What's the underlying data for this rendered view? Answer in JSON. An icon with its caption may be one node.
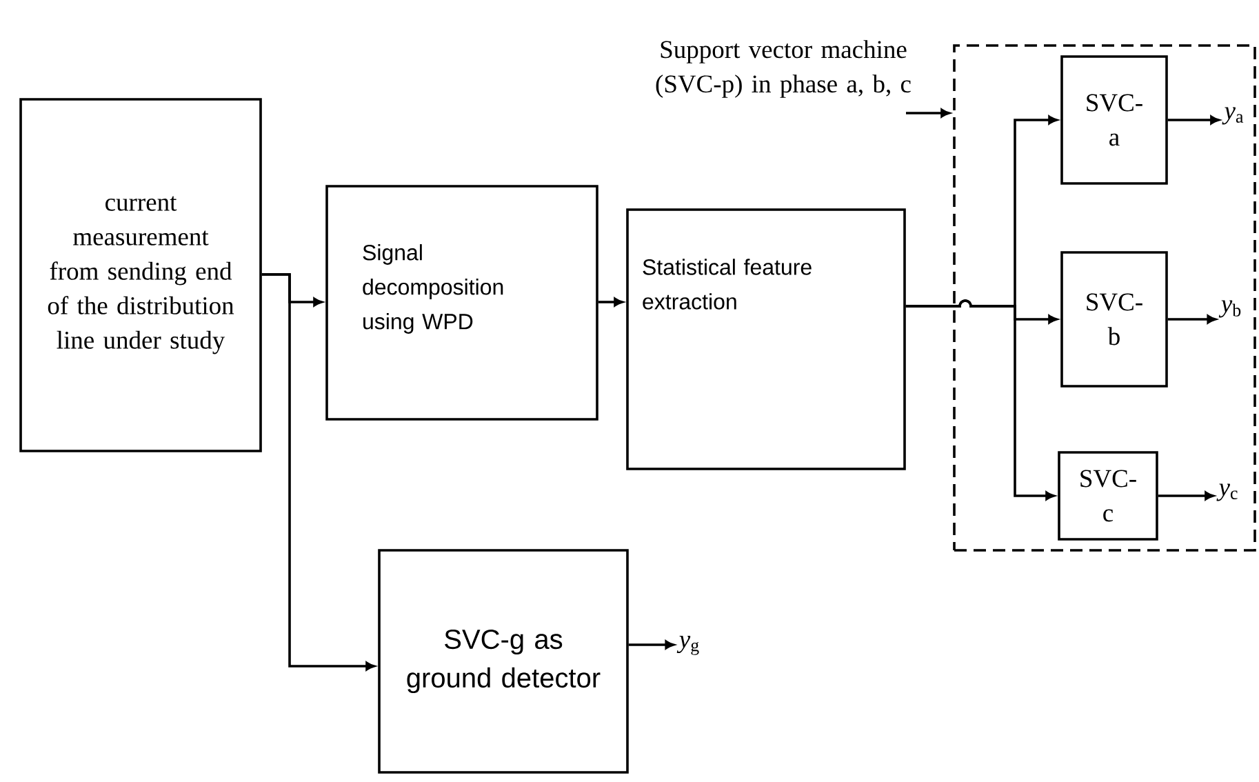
{
  "diagram": {
    "nodes": [
      {
        "text": [
          "current measurement from sending end of the distribution line under study"
        ]
      },
      {
        "text": [
          "Signal decomposition using WPD"
        ]
      },
      {
        "text": [
          "Statistical feature extraction"
        ]
      },
      {
        "text": [
          "Support vector machine (SVC-p) in phase a, b, c"
        ]
      },
      {
        "text": [],
        "shape": "box"
      },
      {
        "text": [
          "SVC- a"
        ],
        "in": 4
      },
      {
        "text": [
          "*y*$_{a}$"
        ],
        "in": 4
      },
      {
        "text": [
          "SVC- b"
        ],
        "in": 4
      },
      {
        "text": [
          "*y*$_{b}$"
        ],
        "in": 4
      },
      {
        "text": [
          "SVC- c"
        ],
        "in": 4
      },
      {
        "text": [
          "*y*$_{c}$"
        ],
        "in": 4
      },
      {
        "text": [
          "SVC-g as ground detector"
        ]
      },
      {
        "text": [
          "*y*$_{g}$"
        ]
      }
    ],
    "edges": [
      {
        "from": 0,
        "to": 1,
        "arrow": "to"
      },
      {
        "from": 0,
        "to": 11,
        "arrow": "to"
      },
      {
        "from": 1,
        "to": 2,
        "arrow": "to"
      },
      {
        "from": 3,
        "to": 4,
        "arrow": "to"
      },
      {
        "from": 2,
        "to": 5,
        "arrow": "to"
      },
      {
        "from": 2,
        "to": 7,
        "arrow": "to"
      },
      {
        "from": 2,
        "to": 9,
        "arrow": "to"
      },
      {
        "from": 5,
        "to": 6,
        "arrow": "to"
      },
      {
        "from": 7,
        "to": 8,
        "arrow": "to"
      },
      {
        "from": 9,
        "to": 10,
        "arrow": "to"
      },
      {
        "from": 11,
        "to": 12,
        "arrow": "to"
      }
    ]
  }
}
